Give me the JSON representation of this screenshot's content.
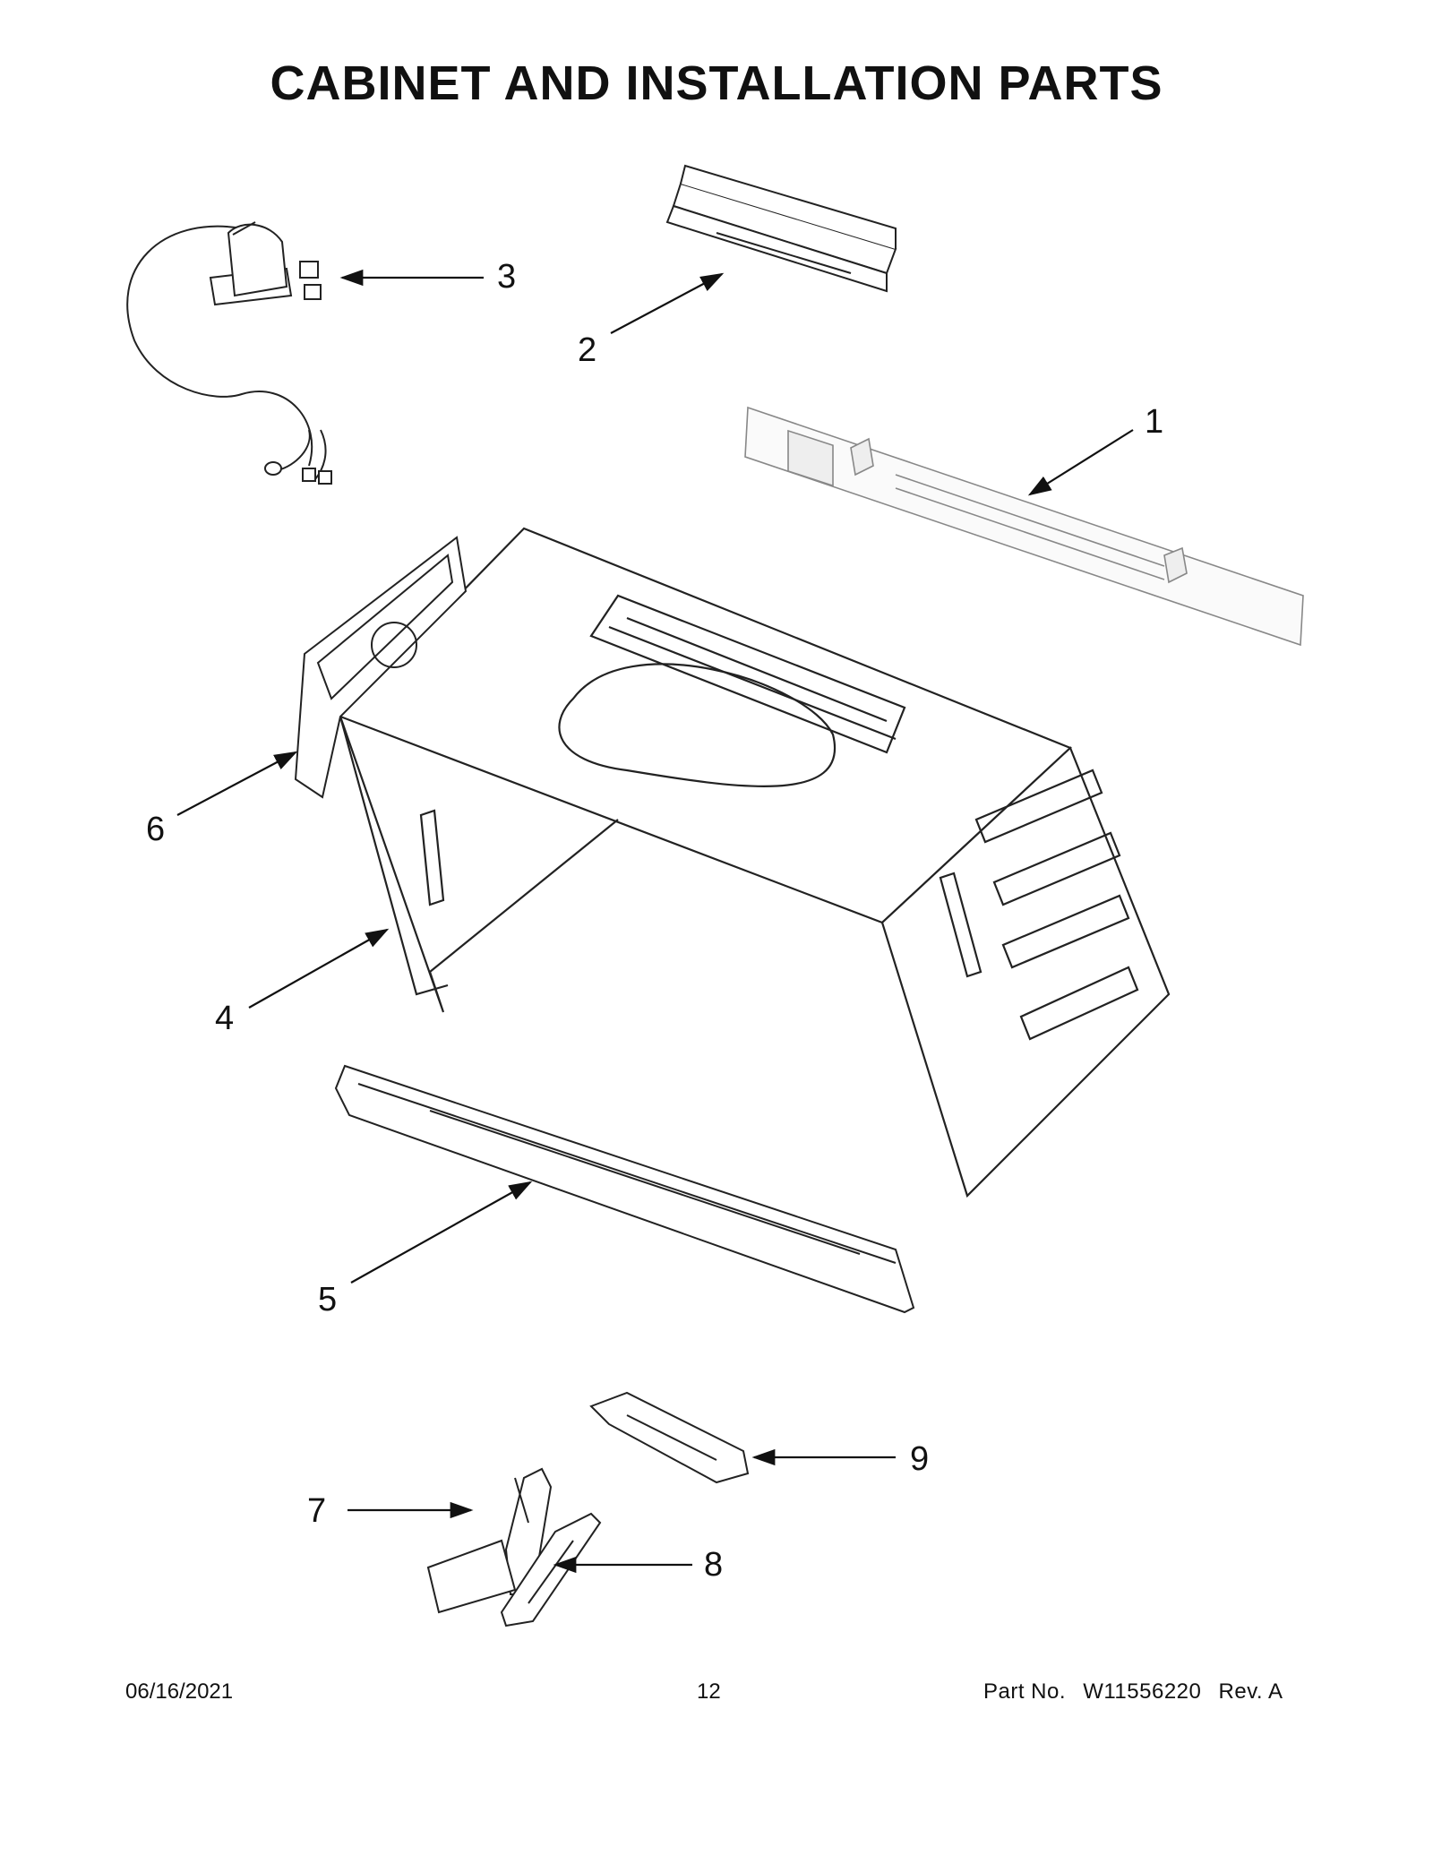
{
  "page": {
    "title": "CABINET AND INSTALLATION PARTS"
  },
  "callouts": [
    {
      "label": "1"
    },
    {
      "label": "2"
    },
    {
      "label": "3"
    },
    {
      "label": "4"
    },
    {
      "label": "5"
    },
    {
      "label": "6"
    },
    {
      "label": "7"
    },
    {
      "label": "8"
    },
    {
      "label": "9"
    }
  ],
  "footer": {
    "date": "06/16/2021",
    "page_number": "12",
    "part_label": "Part No.",
    "part_number": "W11556220",
    "revision": "Rev.  A"
  }
}
